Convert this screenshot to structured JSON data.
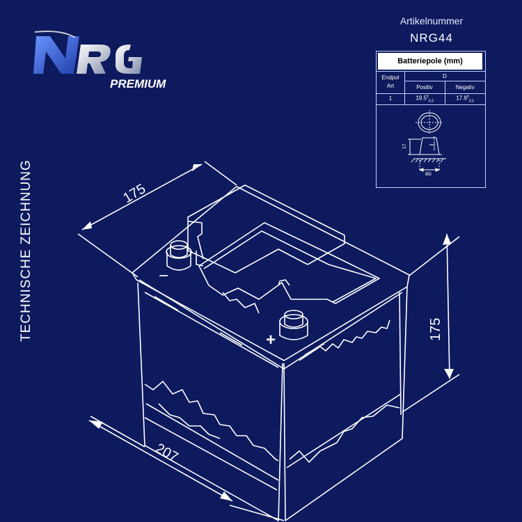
{
  "brand": {
    "logo_text": "NRG",
    "tier": "PREMIUM"
  },
  "side_label": "TECHNISCHE ZEICHNUNG",
  "article": {
    "label": "Artikelnummer",
    "number": "NRG44"
  },
  "spec_table": {
    "title": "Batteriepole (mm)",
    "col_endpol_art": [
      "Endpol",
      "Art"
    ],
    "col_d": "D",
    "col_pos": "Positiv",
    "col_neg": "Negativ",
    "row": {
      "art": "1",
      "positiv": "19.5",
      "negativ": "17.9"
    },
    "tolerance": [
      "0",
      "0.3"
    ],
    "terminal_height": "17",
    "terminal_height_tol": "-0",
    "cone_label": "konisch 1:9",
    "diameter_label": "ØD"
  },
  "dimensions": {
    "length": "207",
    "width": "175",
    "height": "175"
  },
  "polarity": {
    "negative": "−",
    "positive": "+"
  },
  "colors": {
    "background": "#0d1a5e",
    "line": "#ffffff",
    "logo_blue": "#3f6fe0",
    "logo_silver": "#c8ccd8"
  }
}
